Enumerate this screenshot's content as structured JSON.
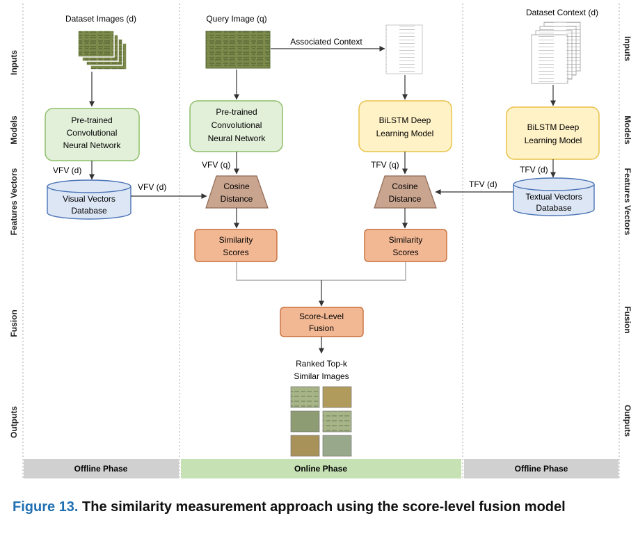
{
  "row_labels": [
    "Inputs",
    "Models",
    "Features Vectors",
    "Fusion",
    "Outputs"
  ],
  "inputs": {
    "dataset_images": "Dataset Images (d)",
    "query_image": "Query Image (q)",
    "associated_context": "Associated Context",
    "dataset_context": "Dataset Context (d)"
  },
  "models": {
    "cnn_left": [
      "Pre-trained",
      "Convolutional",
      "Neural Network"
    ],
    "cnn_center": [
      "Pre-trained",
      "Convolutional",
      "Neural Network"
    ],
    "bilstm_center": [
      "BiLSTM Deep",
      "Learning Model"
    ],
    "bilstm_right": [
      "BiLSTM Deep",
      "Learning Model"
    ]
  },
  "vectors": {
    "vfv_d_down": "VFV (d)",
    "vfv_d_right": "VFV (d)",
    "vfv_q": "VFV (q)",
    "tfv_q": "TFV (q)",
    "tfv_d_down": "TFV (d)",
    "tfv_d_left": "TFV (d)",
    "visual_db": [
      "Visual Vectors",
      "Database"
    ],
    "textual_db": [
      "Textual Vectors",
      "Database"
    ]
  },
  "distance": {
    "cosine_left": [
      "Cosine",
      "Distance"
    ],
    "cosine_right": [
      "Cosine",
      "Distance"
    ]
  },
  "scores": {
    "similarity_left": [
      "Similarity",
      "Scores"
    ],
    "similarity_right": [
      "Similarity",
      "Scores"
    ]
  },
  "fusion": {
    "score_level": [
      "Score-Level",
      "Fusion"
    ]
  },
  "outputs": {
    "ranked": [
      "Ranked Top-k",
      "Similar Images"
    ]
  },
  "phases": {
    "left": "Offline Phase",
    "center": "Online Phase",
    "right": "Offline Phase"
  },
  "caption": {
    "figure_label": "Figure 13.",
    "text": "The similarity measurement approach using the score-level fusion model"
  },
  "colors": {
    "cnn_fill": "#e2efd9",
    "cnn_stroke": "#8dbf6a",
    "bilstm_fill": "#fff2c6",
    "bilstm_stroke": "#e8c14a",
    "db_fill": "#dce6f5",
    "db_stroke": "#4a73b5",
    "cosine_fill": "#c9a48f",
    "cosine_stroke": "#8e6a55",
    "score_fill": "#f2b894",
    "score_stroke": "#c96f3c",
    "phase_offline": "#d0d0d0",
    "phase_online": "#c6e2b5",
    "caption_accent": "#1f6fb2"
  }
}
